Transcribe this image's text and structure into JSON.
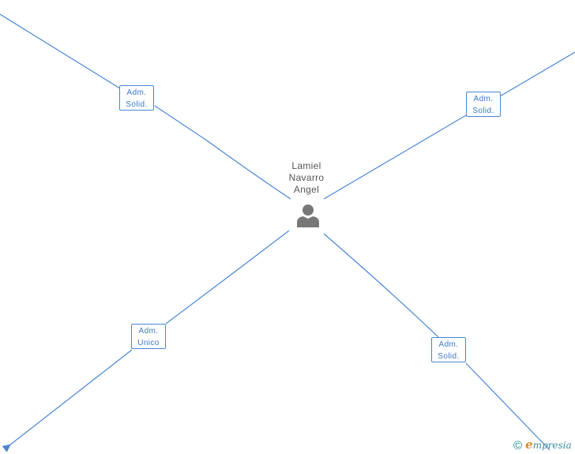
{
  "person": {
    "name_line1": "Lamiel",
    "name_line2": "Navarro",
    "name_line3": "Angel",
    "icon": "person-icon"
  },
  "roles": [
    {
      "line1": "Adm.",
      "line2": "Solid."
    },
    {
      "line1": "Adm.",
      "line2": "Solid."
    },
    {
      "line1": "Adm.",
      "line2": "Unico"
    },
    {
      "line1": "Adm.",
      "line2": "Solid."
    }
  ],
  "footer": {
    "copyright_symbol": "©",
    "brand_initial": "e",
    "brand_rest": "mpresia"
  },
  "colors": {
    "edge": "#4a86d4",
    "box_border": "#4a86d4",
    "box_text": "#3c78c8",
    "person_icon": "#777777",
    "name_text": "#555555"
  }
}
